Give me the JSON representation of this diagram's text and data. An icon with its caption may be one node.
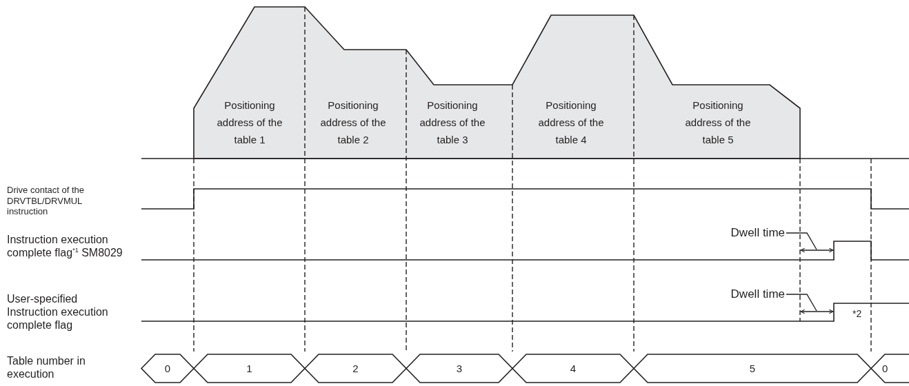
{
  "diagram": {
    "nodes": [
      {
        "text": [
          "0"
        ]
      },
      {
        "text": [
          "1"
        ]
      },
      {
        "text": [
          "2"
        ]
      },
      {
        "text": [
          "3"
        ]
      },
      {
        "text": [
          "4"
        ]
      },
      {
        "text": [
          "5"
        ]
      },
      {
        "text": [
          "0"
        ]
      },
      {
        "text": [
          "Dwell time"
        ]
      },
      {
        "text": [
          "Dwell time"
        ]
      },
      {
        "text": [],
        "shape": "line"
      },
      {
        "text": [],
        "shape": "line"
      }
    ],
    "edges": [
      {
        "from": 7,
        "to": 9,
        "arrow": "none"
      },
      {
        "from": 8,
        "to": 10,
        "arrow": "none"
      }
    ],
    "labels": [
      "Positioning address of the table 1",
      "Positioning address of the table 2",
      "Positioning address of the table 3",
      "Positioning address of the table 4",
      "Positioning address of the table 5",
      "Drive contact of the DRVTBL/DRVMUL instruction",
      "Instruction execution complete flag$^{*1}$ SM8029",
      "User-specified Instruction execution complete flag",
      "Table number in execution",
      "*2"
    ]
  }
}
